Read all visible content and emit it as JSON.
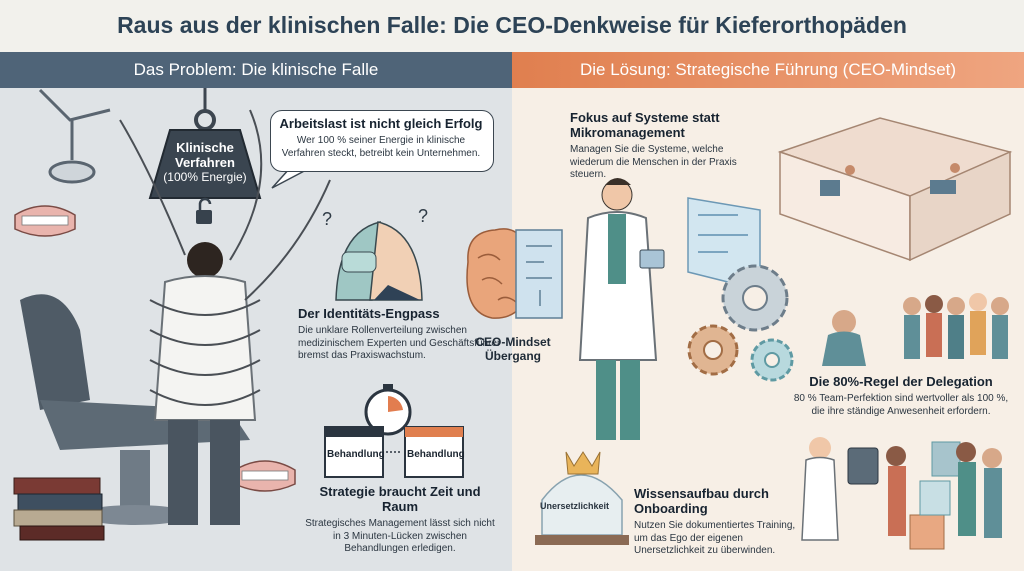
{
  "title": "Raus aus der klinischen Falle: Die CEO-Denkweise für Kieferorthopäden",
  "left": {
    "header": "Das Problem: Die klinische Falle",
    "weight_title": "Klinische Verfahren",
    "weight_sub": "(100% Energie)",
    "workload": {
      "heading": "Arbeitslast ist nicht gleich Erfolg",
      "text": "Wer 100 % seiner Energie in klinische Verfahren steckt, betreibt kein Unternehmen."
    },
    "identity": {
      "heading": "Der Identitäts-Engpass",
      "text": "Die unklare Rollenverteilung zwischen medizinischem Experten und Geschäftsführer bremst das Praxiswachstum."
    },
    "calendar_a": "Behandlung",
    "calendar_b": "Behandlung",
    "strategy": {
      "heading": "Strategie braucht Zeit und Raum",
      "text": "Strategisches Management lässt sich nicht in 3 Minuten-Lücken zwischen Behandlungen erledigen."
    }
  },
  "middle": {
    "label": "CEO-Mindset Übergang"
  },
  "right": {
    "header": "Die Lösung: Strategische Führung (CEO-Mindset)",
    "systems": {
      "heading": "Fokus auf Systeme statt Mikromanagement",
      "text": "Managen Sie die Systeme, welche wiederum die Menschen in der Praxis steuern."
    },
    "delegation": {
      "heading": "Die 80%-Regel der Delegation",
      "text": "80 % Team-Perfektion sind wertvoller als 100 %, die ihre ständige Anwesenheit erfordern."
    },
    "glass_label": "Unersetzlichkeit",
    "knowledge": {
      "heading": "Wissensaufbau durch Onboarding",
      "text": "Nutzen Sie dokumentiertes Training, um das Ego der eigenen Unersetzlichkeit zu überwinden."
    }
  }
}
